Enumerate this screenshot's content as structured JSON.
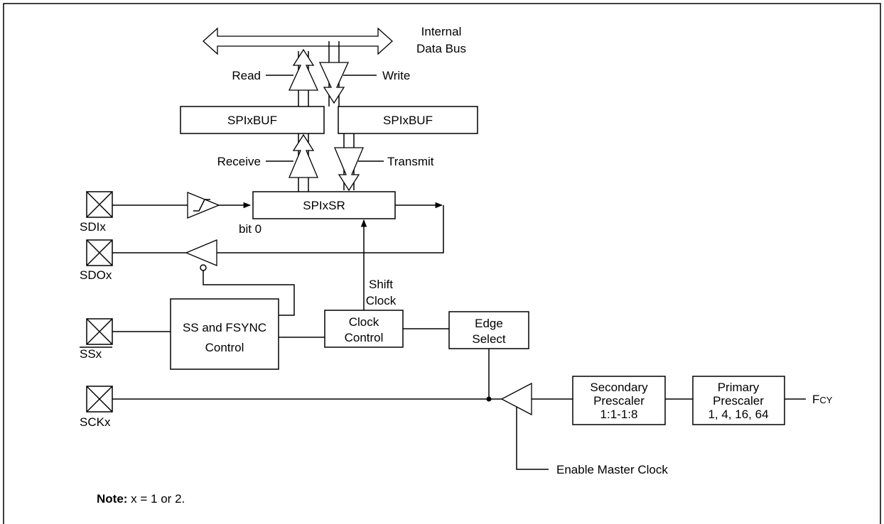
{
  "bus": {
    "line1": "Internal",
    "line2": "Data Bus"
  },
  "labels": {
    "read": "Read",
    "write": "Write",
    "receive": "Receive",
    "transmit": "Transmit",
    "bit0": "bit 0",
    "shift1": "Shift",
    "shift2": "Clock",
    "enable_master_clock": "Enable Master Clock",
    "fcy_main": "F",
    "fcy_sub": "CY"
  },
  "blocks": {
    "spibuf_read": "SPIxBUF",
    "spibuf_write": "SPIxBUF",
    "spisr": "SPIxSR",
    "ss_fsync": {
      "line1": "SS and FSYNC",
      "line2": "Control"
    },
    "clock_control": {
      "line1": "Clock",
      "line2": "Control"
    },
    "edge_select": {
      "line1": "Edge",
      "line2": "Select"
    },
    "secondary_prescaler": {
      "line1": "Secondary",
      "line2": "Prescaler",
      "line3": "1:1-1:8"
    },
    "primary_prescaler": {
      "line1": "Primary",
      "line2": "Prescaler",
      "line3": "1, 4, 16, 64"
    }
  },
  "pins": {
    "sdi": "SDIx",
    "sdo": "SDOx",
    "ss": "SSx",
    "sck": "SCKx"
  },
  "note": {
    "label": "Note:",
    "text": " x = 1 or 2."
  }
}
